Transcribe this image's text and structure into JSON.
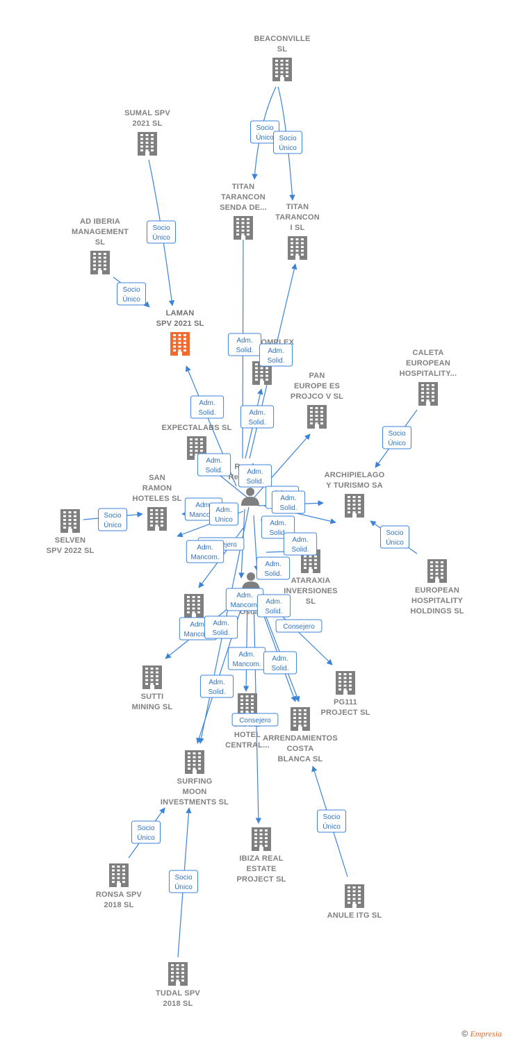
{
  "colors": {
    "edge": "#3b83d8",
    "building": "#7f7f7f",
    "highlight": "#f26a2e",
    "person": "#7f7f7f"
  },
  "nodes": [
    {
      "id": "beaconville",
      "type": "company",
      "lines": [
        "BEACONVILLE",
        "SL"
      ]
    },
    {
      "id": "sumal",
      "type": "company",
      "lines": [
        "SUMAL SPV",
        "2021  SL"
      ]
    },
    {
      "id": "titan_senda",
      "type": "company",
      "lines": [
        "TITAN",
        "TARANCON",
        "SENDA DE..."
      ]
    },
    {
      "id": "titan_i",
      "type": "company",
      "lines": [
        "TITAN",
        "TARANCON",
        "I  SL"
      ]
    },
    {
      "id": "ad_iberia",
      "type": "company",
      "lines": [
        "AD IBERIA",
        "MANAGEMENT",
        "SL"
      ]
    },
    {
      "id": "laman",
      "type": "company",
      "highlight": true,
      "lines": [
        "LAMAN",
        "SPV 2021  SL"
      ]
    },
    {
      "id": "mediacomplex",
      "type": "company",
      "lines": [
        "MEDIACOMPLEX",
        "...ONAL..."
      ]
    },
    {
      "id": "pan_europe",
      "type": "company",
      "lines": [
        "PAN",
        "EUROPE ES",
        "PROJCO V SL"
      ]
    },
    {
      "id": "caleta",
      "type": "company",
      "lines": [
        "CALETA",
        "EUROPEAN",
        "HOSPITALITY..."
      ]
    },
    {
      "id": "expectalabs",
      "type": "company",
      "lines": [
        "EXPECTALABS SL"
      ]
    },
    {
      "id": "san_ramon",
      "type": "company",
      "lines": [
        "SAN",
        "RAMON",
        "HOTELES SL"
      ]
    },
    {
      "id": "selven",
      "type": "company",
      "lines": [
        "SELVEN",
        "SPV 2022  SL"
      ]
    },
    {
      "id": "archipielago",
      "type": "company",
      "lines": [
        "ARCHIPIELAGO",
        "Y TURISMO SA"
      ]
    },
    {
      "id": "european_hosp",
      "type": "company",
      "lines": [
        "EUROPEAN",
        "HOSPITALITY",
        "HOLDINGS  SL"
      ]
    },
    {
      "id": "ataraxia",
      "type": "company",
      "lines": [
        "ATARAXIA",
        "INVERSIONES",
        "SL"
      ]
    },
    {
      "id": "rumbao",
      "type": "person",
      "lines": [
        "Rumbao",
        "Real  Jose..."
      ]
    },
    {
      "id": "collado",
      "type": "person",
      "lines": [
        "Collado",
        "Oscar"
      ]
    },
    {
      "id": "cegl",
      "type": "company",
      "lines": [
        "CE...",
        "GL..."
      ]
    },
    {
      "id": "sutti",
      "type": "company",
      "lines": [
        "SUTTI",
        "MINING SL"
      ]
    },
    {
      "id": "pg111",
      "type": "company",
      "lines": [
        "PG111",
        "PROJECT  SL"
      ]
    },
    {
      "id": "grand_hotel",
      "type": "company",
      "lines": [
        "GRAND",
        "HOTEL",
        "CENTRAL..."
      ]
    },
    {
      "id": "arrendamientos",
      "type": "company",
      "lines": [
        "ARRENDAMIENTOS",
        "COSTA",
        "BLANCA SL"
      ]
    },
    {
      "id": "surfing_moon",
      "type": "company",
      "lines": [
        "SURFING",
        "MOON",
        "INVESTMENTS SL"
      ]
    },
    {
      "id": "ibiza",
      "type": "company",
      "lines": [
        "IBIZA REAL",
        "ESTATE",
        "PROJECT  SL"
      ]
    },
    {
      "id": "ronsa",
      "type": "company",
      "lines": [
        "RONSA SPV",
        "2018  SL"
      ]
    },
    {
      "id": "anule",
      "type": "company",
      "lines": [
        "ANULE ITG  SL"
      ]
    },
    {
      "id": "tudal",
      "type": "company",
      "lines": [
        "TUDAL SPV",
        "2018  SL"
      ]
    }
  ],
  "edge_labels": [
    [
      "Socio",
      "Único"
    ],
    [
      "Socio",
      "Único"
    ],
    [
      "Socio",
      "Único"
    ],
    [
      "Socio",
      "Único"
    ],
    [
      "Adm.",
      "Solid."
    ],
    [
      "Adm.",
      "Solid."
    ],
    [
      "Adm.",
      "Solid."
    ],
    [
      "Adm.",
      "Solid."
    ],
    [
      "Socio",
      "Único"
    ],
    [
      "Adm.",
      "Solid."
    ],
    [
      "Adm.",
      "Solid."
    ],
    [
      "Socio",
      "Único"
    ],
    [
      "Adm.",
      "Mancom."
    ],
    [
      "Adm.",
      "Unico"
    ],
    [
      "Adm.",
      "Solid."
    ],
    [
      "Adm.",
      "Solid."
    ],
    [
      "Socio",
      "Único"
    ],
    [
      "Consejero"
    ],
    [
      "Adm.",
      "Mancom."
    ],
    [
      "Adm.",
      "Solid."
    ],
    [
      "Adm.",
      "Solid."
    ],
    [
      "Adm.",
      "Solid."
    ],
    [
      "Adm.",
      "Mancom."
    ],
    [
      "Adm.",
      "Solid."
    ],
    [
      "Adm.",
      "Mancom."
    ],
    [
      "Adm.",
      "Solid."
    ],
    [
      "Consejero"
    ],
    [
      "Adm.",
      "Mancom."
    ],
    [
      "Adm.",
      "Solid."
    ],
    [
      "Adm.",
      "Solid."
    ],
    [
      "Consejero"
    ],
    [
      "Socio",
      "Único"
    ],
    [
      "Socio",
      "Único"
    ],
    [
      "Socio",
      "Único"
    ]
  ],
  "footer": {
    "copyright": "©",
    "brand": "Empresia"
  }
}
